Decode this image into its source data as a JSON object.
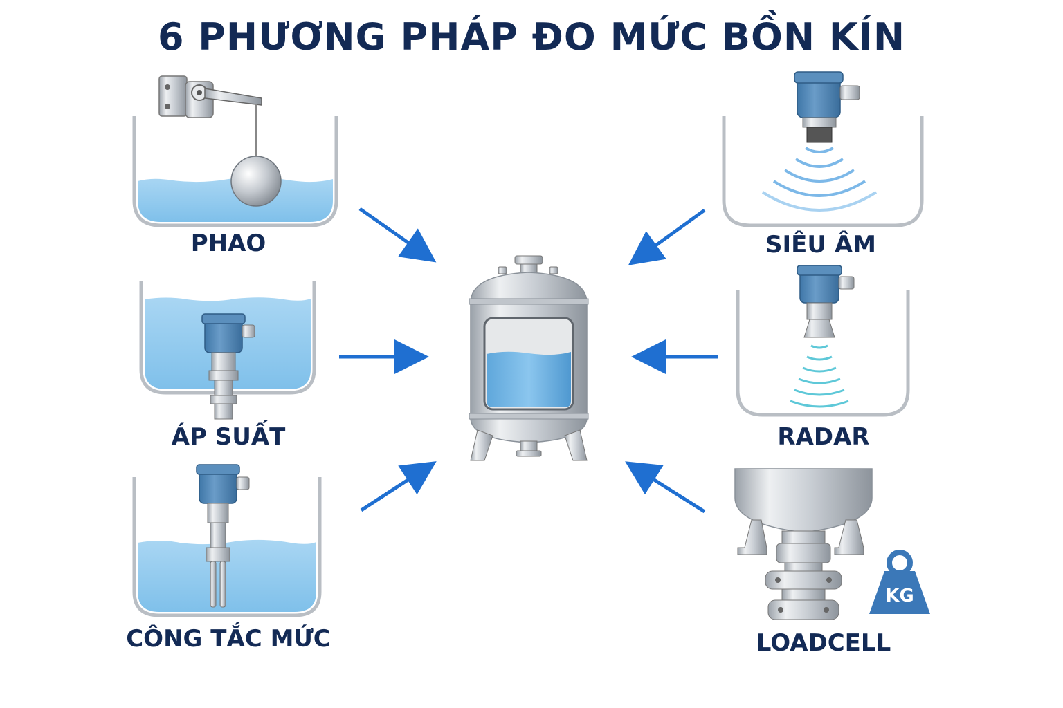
{
  "title": "6 PHƯƠNG PHÁP ĐO MỨC BỒN KÍN",
  "methods": {
    "float": "PHAO",
    "pressure": "ÁP SUẤT",
    "level_switch": "CÔNG TẮC MỨC",
    "ultrasonic": "SIÊU ÂM",
    "radar": "RADAR",
    "loadcell": "LOADCELL"
  },
  "weight_badge": "KG",
  "colors": {
    "title": "#132a55",
    "arrow": "#1f6fd1",
    "water": "#8ec9ef",
    "sensor": "#4f86b5",
    "steel": "#d4d8dd"
  },
  "icons": [
    "float-ball-icon",
    "pressure-sensor-icon",
    "fork-switch-icon",
    "ultrasonic-sensor-icon",
    "radar-sensor-icon",
    "loadcell-icon",
    "weight-icon",
    "closed-tank-icon"
  ]
}
